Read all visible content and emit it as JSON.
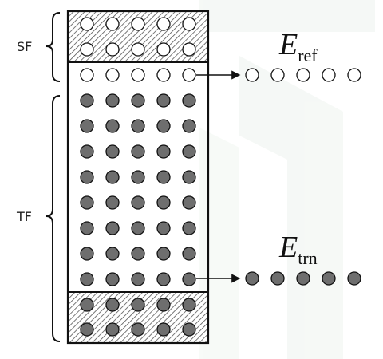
{
  "labels": {
    "sf": "SF",
    "tf": "TF",
    "ref_symbol": "E",
    "ref_subscript": "ref",
    "trn_symbol": "E",
    "trn_subscript": "trn"
  },
  "colors": {
    "stroke": "#111111",
    "filled_dot": "#6e6e6e",
    "open_dot": "#ffffff",
    "hatch": "#555555",
    "watermark": "#eef4ef"
  },
  "grid": {
    "columns": 5,
    "scattering_region_open_rows": 2,
    "reflection_row_open": 1,
    "filled_rows": 8,
    "transmission_region_filled_rows": 2,
    "output_dots": 5
  }
}
